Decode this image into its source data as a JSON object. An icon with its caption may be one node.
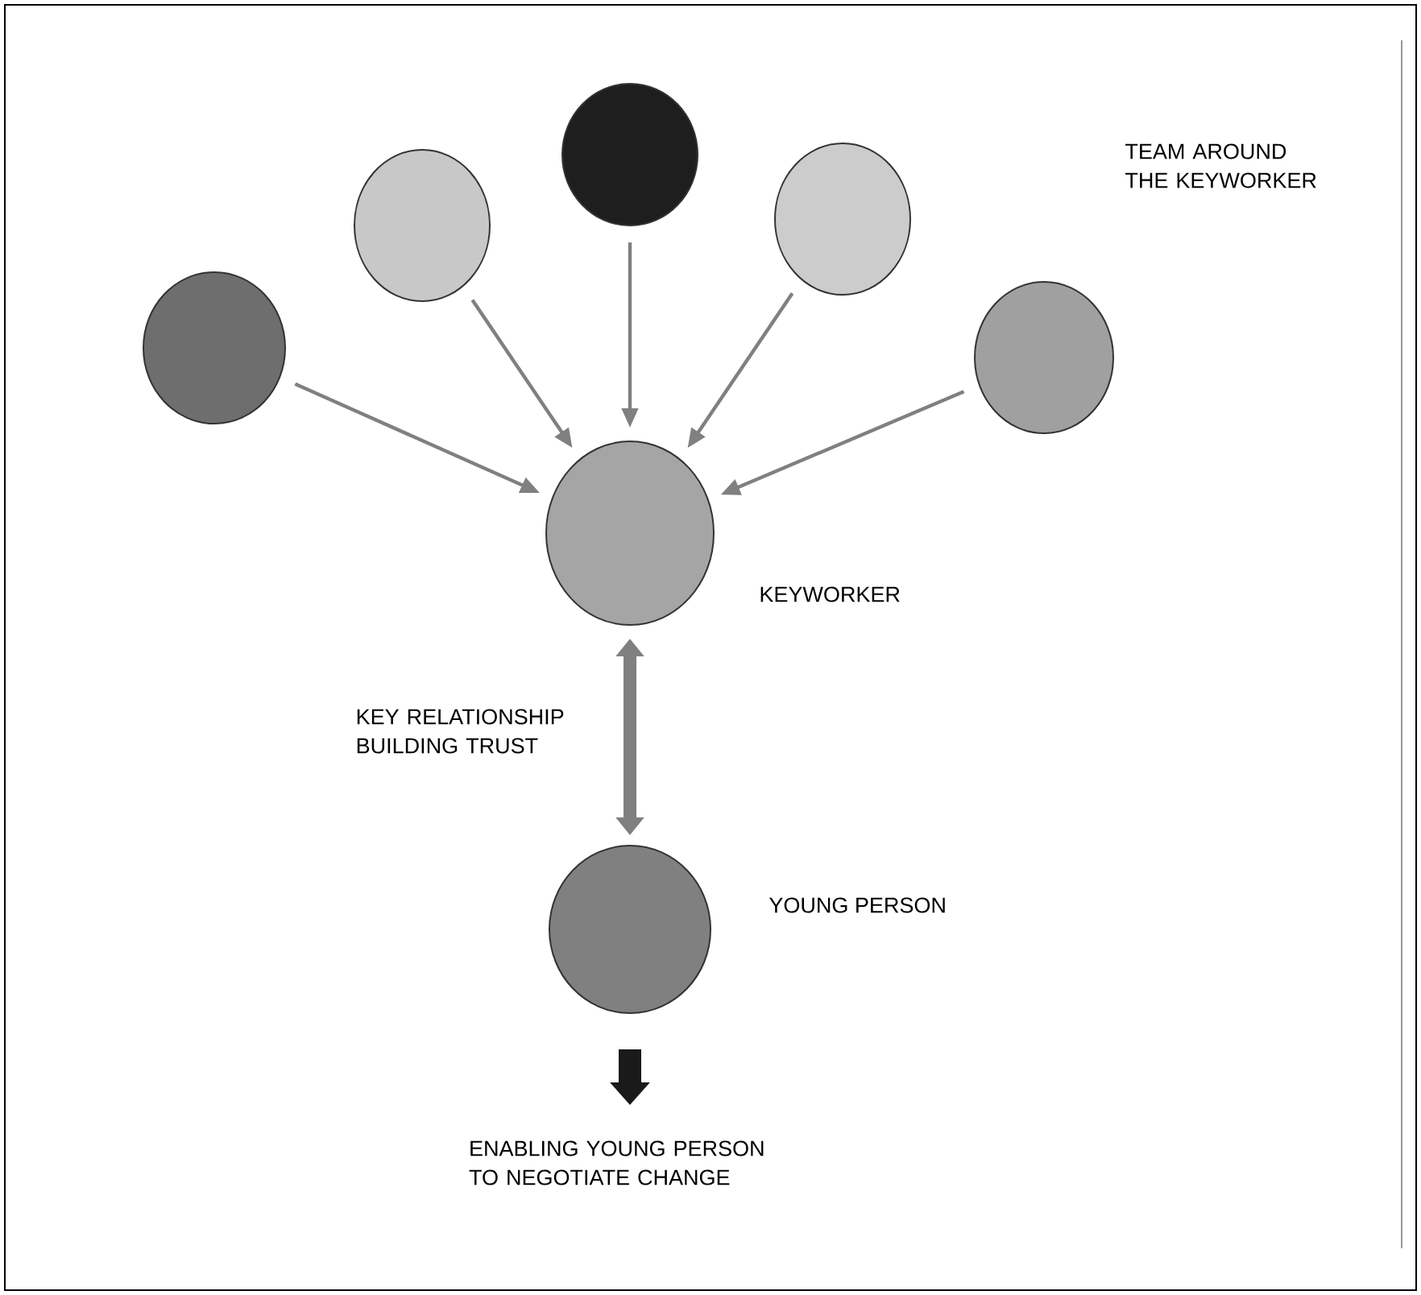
{
  "diagram": {
    "nodes": [
      {
        "text": [],
        "shape": "circle"
      },
      {
        "text": [],
        "shape": "circle"
      },
      {
        "text": [],
        "shape": "circle"
      },
      {
        "text": [],
        "shape": "circle"
      },
      {
        "text": [],
        "shape": "circle"
      },
      {
        "text": [],
        "shape": "circle",
        "beside": [
          "KEYWORKER"
        ]
      },
      {
        "text": [],
        "shape": "circle",
        "beside": [
          "YOUNG PERSON"
        ]
      },
      {
        "text": [
          "ENABLING YOUNG PERSON TO NEGOTIATE CHANGE"
        ]
      }
    ],
    "edges": [
      {
        "from": 0,
        "to": 5,
        "arrow": "to"
      },
      {
        "from": 1,
        "to": 5,
        "arrow": "to"
      },
      {
        "from": 2,
        "to": 5,
        "arrow": "to"
      },
      {
        "from": 3,
        "to": 5,
        "arrow": "to"
      },
      {
        "from": 4,
        "to": 5,
        "arrow": "to"
      },
      {
        "from": 5,
        "to": 6,
        "arrow": "both",
        "label": "KEY RELATIONSHIP BUILDING TRUST",
        "style": "thick"
      },
      {
        "from": 6,
        "to": 7,
        "arrow": "to",
        "style": "thick",
        "color": "#1a1a1a"
      }
    ],
    "labels": [
      "TEAM AROUND THE KEYWORKER"
    ]
  }
}
